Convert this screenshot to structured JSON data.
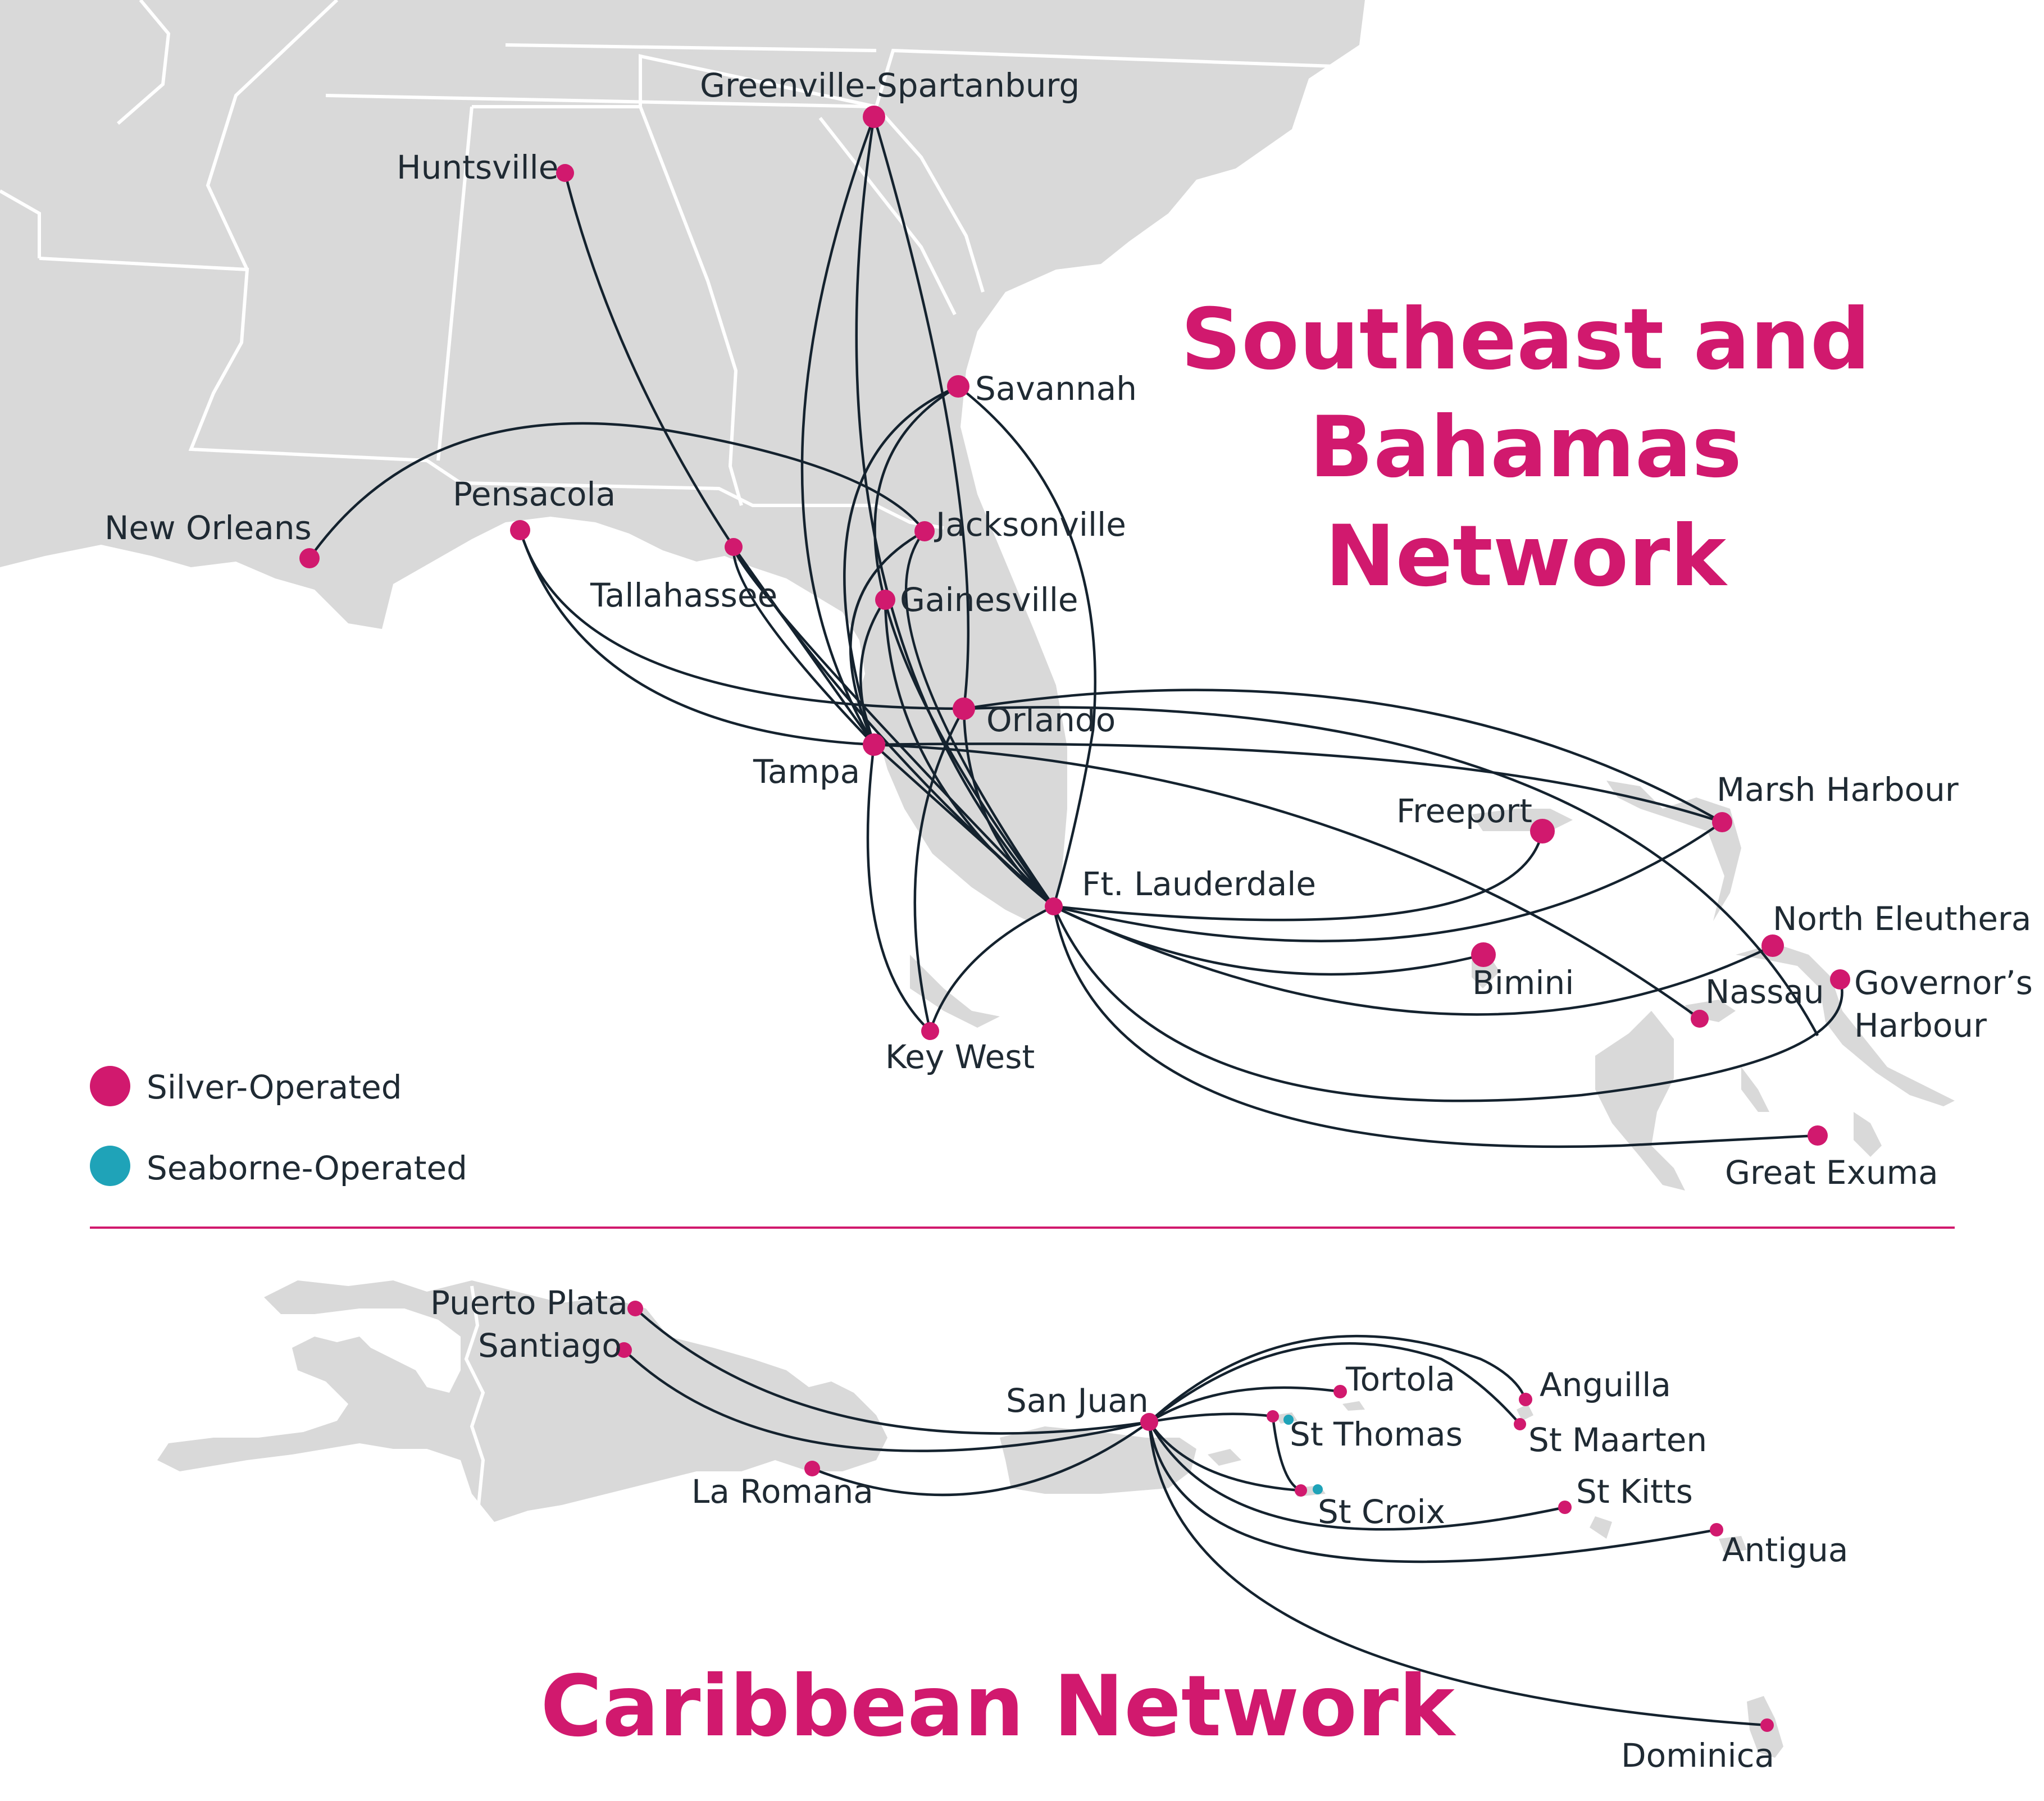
{
  "titles": {
    "southeast_line1": "Southeast and",
    "southeast_line2": "Bahamas",
    "southeast_line3": "Network",
    "caribbean": "Caribbean Network"
  },
  "legend": {
    "silver": "Silver-Operated",
    "seaborne": "Seaborne-Operated"
  },
  "colors": {
    "silver": "#d1196e",
    "seaborne": "#1fa3b8",
    "route": "#14222e",
    "land": "#d9d9d9",
    "divider": "#d1196e"
  },
  "cities": {
    "greenville": "Greenville-Spartanburg",
    "huntsville": "Huntsville",
    "savannah": "Savannah",
    "new_orleans": "New Orleans",
    "pensacola": "Pensacola",
    "jacksonville": "Jacksonville",
    "tallahassee": "Tallahassee",
    "gainesville": "Gainesville",
    "orlando": "Orlando",
    "tampa": "Tampa",
    "freeport": "Freeport",
    "marsh_harbour": "Marsh Harbour",
    "ft_lauderdale": "Ft. Lauderdale",
    "north_eleuthera": "North Eleuthera",
    "bimini": "Bimini",
    "nassau": "Nassau",
    "governors_harbour_1": "Governor’s",
    "governors_harbour_2": "Harbour",
    "key_west": "Key West",
    "great_exuma": "Great Exuma",
    "puerto_plata": "Puerto Plata",
    "santiago": "Santiago",
    "san_juan": "San Juan",
    "tortola": "Tortola",
    "anguilla": "Anguilla",
    "st_thomas": "St Thomas",
    "st_maarten": "St Maarten",
    "la_romana": "La Romana",
    "st_croix": "St Croix",
    "st_kitts": "St Kitts",
    "antigua": "Antigua",
    "dominica": "Dominica"
  }
}
